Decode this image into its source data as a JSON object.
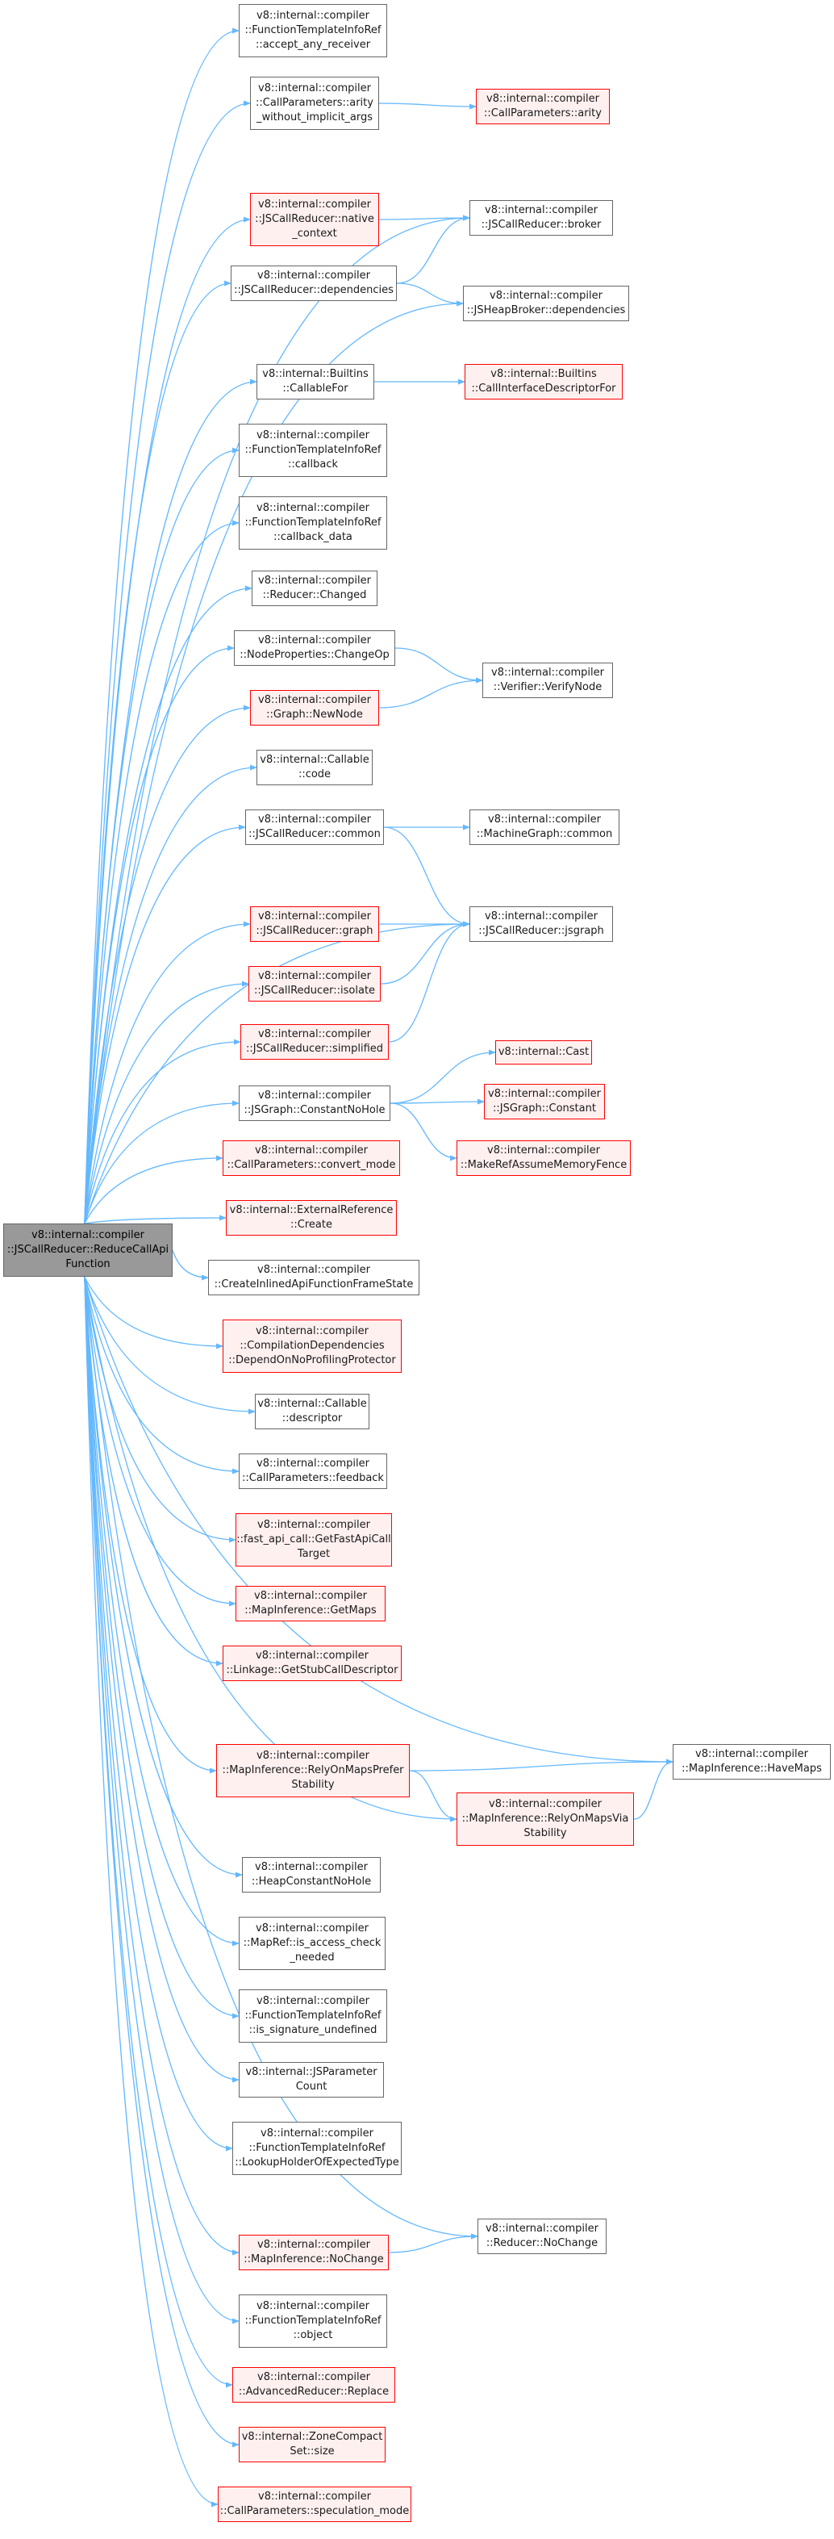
{
  "colors": {
    "edge": "#63b8ff",
    "box_border": "#666666",
    "red_border": "#ff0000",
    "red_fill": "#fff0f0",
    "root_fill": "#999999"
  },
  "nodes": [
    {
      "id": "root",
      "label": "v8::internal::compiler\n::JSCallReducer::ReduceCallApi\nFunction",
      "style": "root"
    },
    {
      "id": "n1",
      "label": "v8::internal::compiler\n::FunctionTemplateInfoRef\n::accept_any_receiver",
      "style": "normal"
    },
    {
      "id": "n2",
      "label": "v8::internal::compiler\n::CallParameters::arity\n_without_implicit_args",
      "style": "normal"
    },
    {
      "id": "n3",
      "label": "v8::internal::compiler\n::CallParameters::arity",
      "style": "red"
    },
    {
      "id": "n4",
      "label": "v8::internal::compiler\n::JSCallReducer::native\n_context",
      "style": "red"
    },
    {
      "id": "n5",
      "label": "v8::internal::compiler\n::JSCallReducer::broker",
      "style": "normal"
    },
    {
      "id": "n6",
      "label": "v8::internal::compiler\n::JSCallReducer::dependencies",
      "style": "normal"
    },
    {
      "id": "n7",
      "label": "v8::internal::compiler\n::JSHeapBroker::dependencies",
      "style": "normal"
    },
    {
      "id": "n8",
      "label": "v8::internal::Builtins\n::CallableFor",
      "style": "normal"
    },
    {
      "id": "n9",
      "label": "v8::internal::Builtins\n::CallInterfaceDescriptorFor",
      "style": "red"
    },
    {
      "id": "n10",
      "label": "v8::internal::compiler\n::FunctionTemplateInfoRef\n::callback",
      "style": "normal"
    },
    {
      "id": "n11",
      "label": "v8::internal::compiler\n::FunctionTemplateInfoRef\n::callback_data",
      "style": "normal"
    },
    {
      "id": "n12",
      "label": "v8::internal::compiler\n::Reducer::Changed",
      "style": "normal"
    },
    {
      "id": "n13",
      "label": "v8::internal::compiler\n::NodeProperties::ChangeOp",
      "style": "normal"
    },
    {
      "id": "n14",
      "label": "v8::internal::compiler\n::Verifier::VerifyNode",
      "style": "normal"
    },
    {
      "id": "n15",
      "label": "v8::internal::compiler\n::Graph::NewNode",
      "style": "red"
    },
    {
      "id": "n16",
      "label": "v8::internal::Callable\n::code",
      "style": "normal"
    },
    {
      "id": "n17",
      "label": "v8::internal::compiler\n::JSCallReducer::common",
      "style": "normal"
    },
    {
      "id": "n18",
      "label": "v8::internal::compiler\n::MachineGraph::common",
      "style": "normal"
    },
    {
      "id": "n19",
      "label": "v8::internal::compiler\n::JSCallReducer::graph",
      "style": "red"
    },
    {
      "id": "n20",
      "label": "v8::internal::compiler\n::JSCallReducer::jsgraph",
      "style": "normal"
    },
    {
      "id": "n21",
      "label": "v8::internal::compiler\n::JSCallReducer::isolate",
      "style": "red"
    },
    {
      "id": "n22",
      "label": "v8::internal::compiler\n::JSCallReducer::simplified",
      "style": "red"
    },
    {
      "id": "n23",
      "label": "v8::internal::compiler\n::JSGraph::ConstantNoHole",
      "style": "normal"
    },
    {
      "id": "n24",
      "label": "v8::internal::Cast",
      "style": "red"
    },
    {
      "id": "n25",
      "label": "v8::internal::compiler\n::JSGraph::Constant",
      "style": "red"
    },
    {
      "id": "n26",
      "label": "v8::internal::compiler\n::MakeRefAssumeMemoryFence",
      "style": "red"
    },
    {
      "id": "n27",
      "label": "v8::internal::compiler\n::CallParameters::convert_mode",
      "style": "red"
    },
    {
      "id": "n28",
      "label": "v8::internal::ExternalReference\n::Create",
      "style": "red"
    },
    {
      "id": "n29",
      "label": "v8::internal::compiler\n::CreateInlinedApiFunctionFrameState",
      "style": "normal"
    },
    {
      "id": "n30",
      "label": "v8::internal::compiler\n::CompilationDependencies\n::DependOnNoProfilingProtector",
      "style": "red"
    },
    {
      "id": "n31",
      "label": "v8::internal::Callable\n::descriptor",
      "style": "normal"
    },
    {
      "id": "n32",
      "label": "v8::internal::compiler\n::CallParameters::feedback",
      "style": "normal"
    },
    {
      "id": "n33",
      "label": "v8::internal::compiler\n::fast_api_call::GetFastApiCall\nTarget",
      "style": "red"
    },
    {
      "id": "n34",
      "label": "v8::internal::compiler\n::MapInference::GetMaps",
      "style": "red"
    },
    {
      "id": "n35",
      "label": "v8::internal::compiler\n::Linkage::GetStubCallDescriptor",
      "style": "red"
    },
    {
      "id": "n36",
      "label": "v8::internal::compiler\n::MapInference::RelyOnMapsPrefer\nStability",
      "style": "red"
    },
    {
      "id": "n37",
      "label": "v8::internal::compiler\n::MapInference::HaveMaps",
      "style": "normal"
    },
    {
      "id": "n38",
      "label": "v8::internal::compiler\n::MapInference::RelyOnMapsVia\nStability",
      "style": "red"
    },
    {
      "id": "n39",
      "label": "v8::internal::compiler\n::HeapConstantNoHole",
      "style": "normal"
    },
    {
      "id": "n40",
      "label": "v8::internal::compiler\n::MapRef::is_access_check\n_needed",
      "style": "normal"
    },
    {
      "id": "n41",
      "label": "v8::internal::compiler\n::FunctionTemplateInfoRef\n::is_signature_undefined",
      "style": "normal"
    },
    {
      "id": "n42",
      "label": "v8::internal::JSParameter\nCount",
      "style": "normal"
    },
    {
      "id": "n43",
      "label": "v8::internal::compiler\n::FunctionTemplateInfoRef\n::LookupHolderOfExpectedType",
      "style": "normal"
    },
    {
      "id": "n44",
      "label": "v8::internal::compiler\n::Reducer::NoChange",
      "style": "normal"
    },
    {
      "id": "n45",
      "label": "v8::internal::compiler\n::MapInference::NoChange",
      "style": "red"
    },
    {
      "id": "n46",
      "label": "v8::internal::compiler\n::FunctionTemplateInfoRef\n::object",
      "style": "normal"
    },
    {
      "id": "n47",
      "label": "v8::internal::compiler\n::AdvancedReducer::Replace",
      "style": "red"
    },
    {
      "id": "n48",
      "label": "v8::internal::ZoneCompact\nSet::size",
      "style": "red"
    },
    {
      "id": "n49",
      "label": "v8::internal::compiler\n::CallParameters::speculation_mode",
      "style": "red"
    }
  ],
  "edges": [
    [
      "root",
      "n1"
    ],
    [
      "root",
      "n2"
    ],
    [
      "root",
      "n5"
    ],
    [
      "root",
      "n4"
    ],
    [
      "root",
      "n6"
    ],
    [
      "root",
      "n7"
    ],
    [
      "root",
      "n8"
    ],
    [
      "root",
      "n10"
    ],
    [
      "root",
      "n11"
    ],
    [
      "root",
      "n12"
    ],
    [
      "root",
      "n13"
    ],
    [
      "root",
      "n15"
    ],
    [
      "root",
      "n16"
    ],
    [
      "root",
      "n17"
    ],
    [
      "root",
      "n20"
    ],
    [
      "root",
      "n19"
    ],
    [
      "root",
      "n21"
    ],
    [
      "root",
      "n22"
    ],
    [
      "root",
      "n23"
    ],
    [
      "root",
      "n27"
    ],
    [
      "root",
      "n28"
    ],
    [
      "root",
      "n29"
    ],
    [
      "root",
      "n30"
    ],
    [
      "root",
      "n31"
    ],
    [
      "root",
      "n32"
    ],
    [
      "root",
      "n33"
    ],
    [
      "root",
      "n34"
    ],
    [
      "root",
      "n35"
    ],
    [
      "root",
      "n37"
    ],
    [
      "root",
      "n36"
    ],
    [
      "root",
      "n38"
    ],
    [
      "root",
      "n39"
    ],
    [
      "root",
      "n40"
    ],
    [
      "root",
      "n41"
    ],
    [
      "root",
      "n42"
    ],
    [
      "root",
      "n43"
    ],
    [
      "root",
      "n44"
    ],
    [
      "root",
      "n45"
    ],
    [
      "root",
      "n46"
    ],
    [
      "root",
      "n47"
    ],
    [
      "root",
      "n48"
    ],
    [
      "root",
      "n49"
    ],
    [
      "n2",
      "n3"
    ],
    [
      "n4",
      "n5"
    ],
    [
      "n6",
      "n5"
    ],
    [
      "n6",
      "n7"
    ],
    [
      "n8",
      "n9"
    ],
    [
      "n13",
      "n14"
    ],
    [
      "n15",
      "n14"
    ],
    [
      "n17",
      "n18"
    ],
    [
      "n17",
      "n20"
    ],
    [
      "n19",
      "n20"
    ],
    [
      "n21",
      "n20"
    ],
    [
      "n22",
      "n20"
    ],
    [
      "n23",
      "n24"
    ],
    [
      "n23",
      "n25"
    ],
    [
      "n23",
      "n26"
    ],
    [
      "n36",
      "n37"
    ],
    [
      "n36",
      "n38"
    ],
    [
      "n38",
      "n37"
    ],
    [
      "n45",
      "n44"
    ]
  ]
}
